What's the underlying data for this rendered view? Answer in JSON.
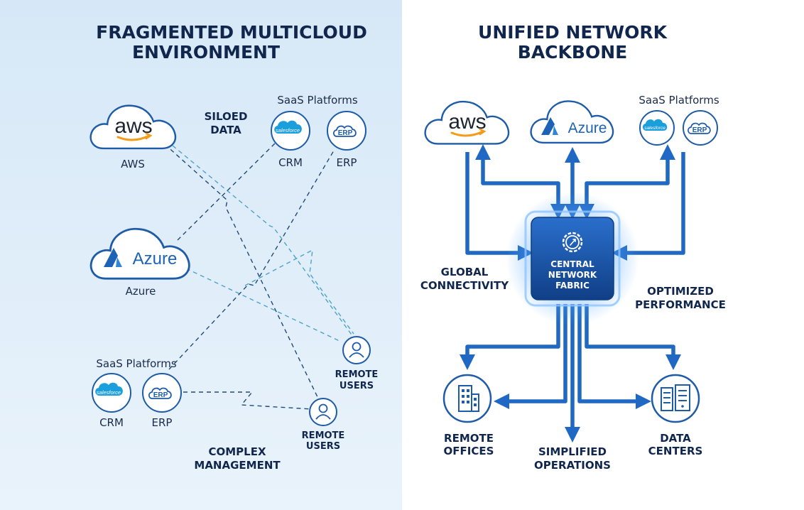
{
  "left": {
    "title_line1": "FRAGMENTED MULTICLOUD",
    "title_line2": "ENVIRONMENT",
    "aws_logo": "aws",
    "aws_label": "AWS",
    "azure_logo": "Azure",
    "azure_label": "Azure",
    "siloed_line1": "SILOED",
    "siloed_line2": "DATA",
    "saas_top": "SaaS Platforms",
    "crm_top_logo": "salesforce",
    "crm_top_label": "CRM",
    "erp_top_logo": "ERP",
    "erp_top_label": "ERP",
    "saas_bottom": "SaaS Platforms",
    "crm_bottom_logo": "salesforce",
    "crm_bottom_label": "CRM",
    "erp_bottom_logo": "ERP",
    "erp_bottom_label": "ERP",
    "remote1_line1": "REMOTE",
    "remote1_line2": "USERS",
    "remote2_line1": "REMOTE",
    "remote2_line2": "USERS",
    "complex_line1": "COMPLEX",
    "complex_line2": "MANAGEMENT"
  },
  "right": {
    "title_line1": "UNIFIED NETWORK",
    "title_line2": "BACKBONE",
    "aws_logo": "aws",
    "azure_logo": "Azure",
    "saas_label": "SaaS Platforms",
    "sf_logo": "salesforce",
    "erp_logo": "ERP",
    "fabric_line1": "CENTRAL",
    "fabric_line2": "NETWORK",
    "fabric_line3": "FABRIC",
    "global_line1": "GLOBAL",
    "global_line2": "CONNECTIVITY",
    "optimized_line1": "OPTIMIZED",
    "optimized_line2": "PERFORMANCE",
    "offices_line1": "REMOTE",
    "offices_line2": "OFFICES",
    "simplified_line1": "SIMPLIFIED",
    "simplified_line2": "OPERATIONS",
    "dc_line1": "DATA",
    "dc_line2": "CENTERS"
  },
  "colors": {
    "left_bg_top": "#d6e8f7",
    "left_bg_bottom": "#eaf3fb",
    "title": "#10264d",
    "accent_blue": "#1f68c4",
    "outline_blue": "#1e5ba8",
    "fabric": "#144a98",
    "aws_smile": "#f39c1a",
    "salesforce": "#1a9fdc"
  }
}
